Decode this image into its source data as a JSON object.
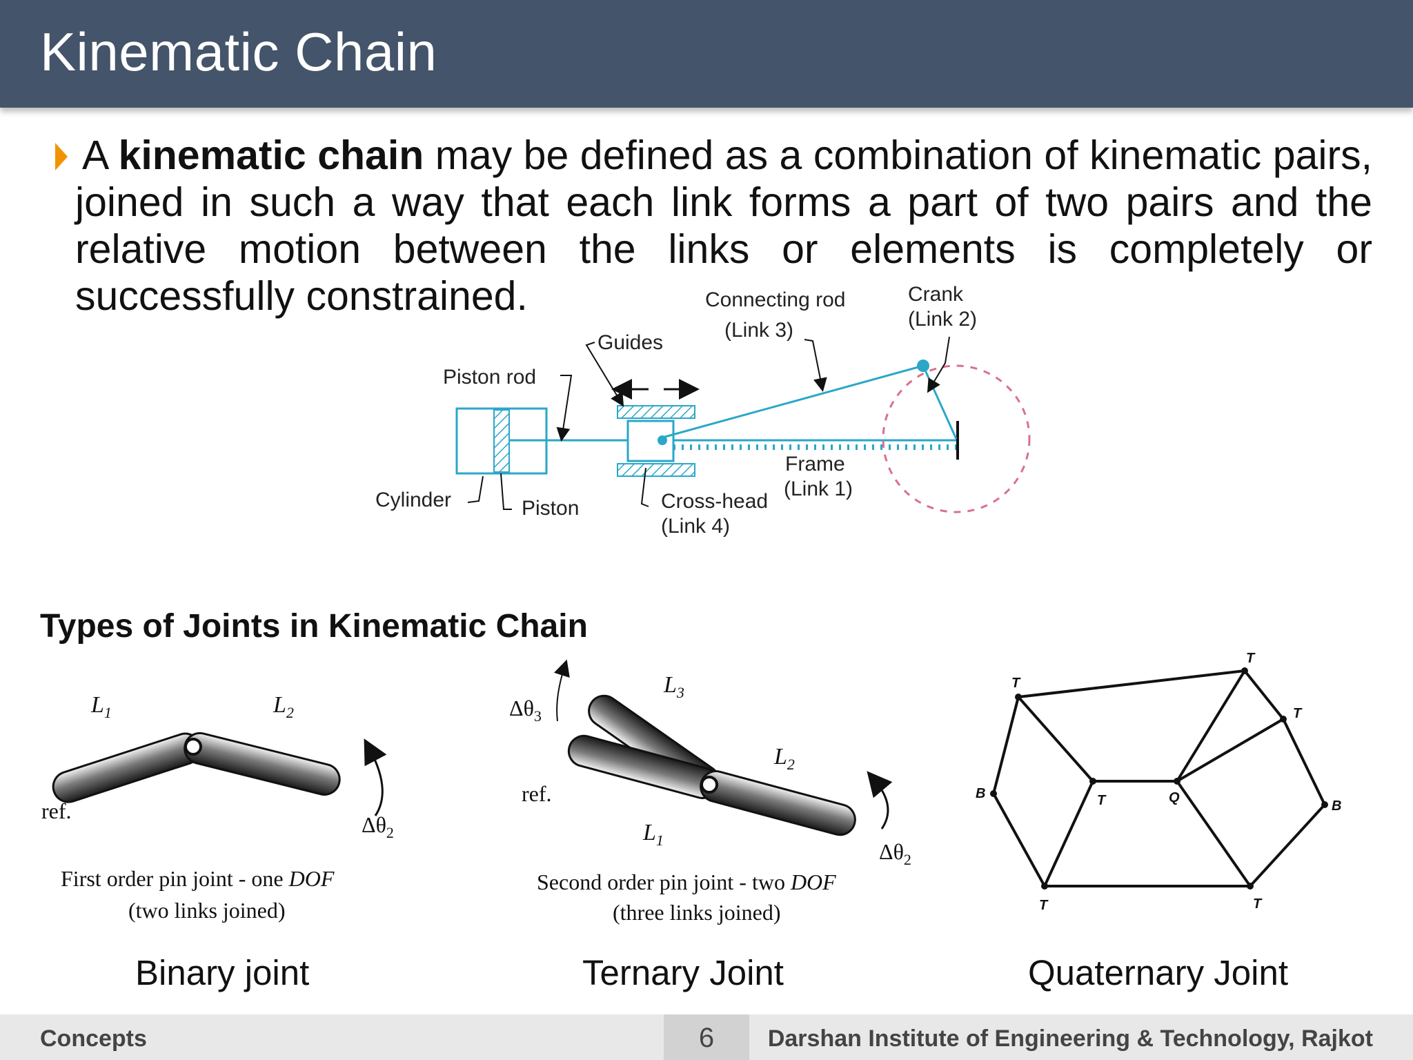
{
  "slide": {
    "title": "Kinematic Chain",
    "definition": {
      "prefix": "A ",
      "bold": "kinematic chain",
      "rest": " may be defined as a combination of kinematic pairs, joined in such a way that each link forms a part of two pairs and the relative motion between the links or elements is completely or successfully constrained."
    }
  },
  "engine_diagram": {
    "labels": {
      "connecting_rod": "Connecting rod",
      "link3": "(Link 3)",
      "crank": "Crank",
      "link2": "(Link 2)",
      "guides": "Guides",
      "piston_rod": "Piston rod",
      "frame": "Frame",
      "link1": "(Link 1)",
      "cylinder": "Cylinder",
      "piston": "Piston",
      "cross_head": "Cross-head",
      "link4": "(Link 4)"
    },
    "colors": {
      "mechanism": "#2aa7c9",
      "crank_circle": "#d9708e"
    }
  },
  "joints": {
    "heading": "Types of Joints in Kinematic Chain",
    "binary": {
      "caption": "Binary joint",
      "l1": "L",
      "l1_sub": "1",
      "l2": "L",
      "l2_sub": "2",
      "ref": "ref.",
      "angle": "Δθ",
      "angle_sub": "2",
      "desc1_a": "First order pin joint - one ",
      "desc1_b": "DOF",
      "desc2": "(two links joined)"
    },
    "ternary": {
      "caption": "Ternary Joint",
      "l1": "L",
      "l1_sub": "1",
      "l2": "L",
      "l2_sub": "2",
      "l3": "L",
      "l3_sub": "3",
      "ref": "ref.",
      "angle2": "Δθ",
      "angle2_sub": "2",
      "angle3": "Δθ",
      "angle3_sub": "3",
      "desc1_a": "Second order pin joint -  two ",
      "desc1_b": "DOF",
      "desc2": "(three links joined)"
    },
    "quaternary": {
      "caption": "Quaternary Joint",
      "node_labels": [
        "T",
        "T",
        "T",
        "B",
        "T",
        "Q",
        "B",
        "T",
        "T"
      ]
    }
  },
  "footer": {
    "section": "Concepts",
    "page": "6",
    "institute": "Darshan Institute of Engineering & Technology, Rajkot"
  }
}
